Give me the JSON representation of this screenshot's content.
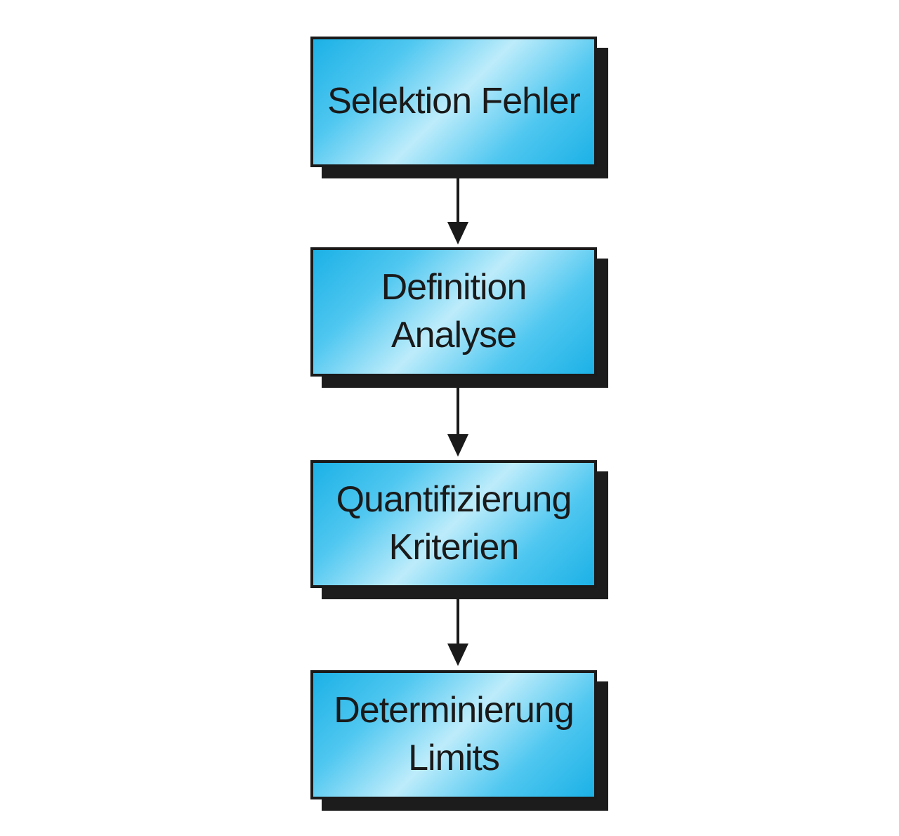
{
  "diagram": {
    "nodes": [
      {
        "line1": "Selektion Fehler",
        "line2": ""
      },
      {
        "line1": "Definition",
        "line2": "Analyse"
      },
      {
        "line1": "Quantifizierung",
        "line2": "Kriterien"
      },
      {
        "line1": "Determinierung",
        "line2": "Limits"
      }
    ],
    "colors": {
      "box_fill_edge": "#1cb1e6",
      "box_fill_center": "#bdecfb",
      "border": "#1a1a1a",
      "shadow": "#1c1c1c",
      "arrow": "#1a1a1a"
    }
  }
}
